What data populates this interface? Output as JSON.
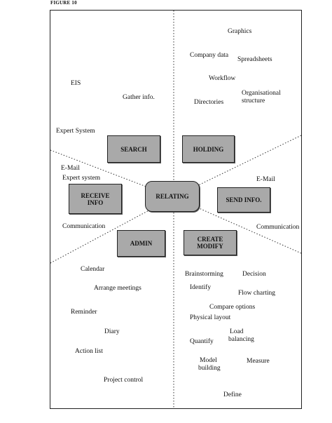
{
  "figure_label": "FIGURE 10",
  "center": "RELATING",
  "boxes": {
    "search": "SEARCH",
    "holding": "HOLDING",
    "receive_l1": "RECEIVE",
    "receive_l2": "INFO",
    "send": "SEND INFO.",
    "admin": "ADMIN",
    "create_l1": "CREATE",
    "create_l2": "MODIFY"
  },
  "labels": {
    "graphics": "Graphics",
    "company_data": "Company data",
    "spreadsheets": "Spreadsheets",
    "workflow": "Workflow",
    "organisational_l1": "Organisational",
    "organisational_l2": "structure",
    "directories": "Directories",
    "eis": "EIS",
    "gather_info": "Gather info.",
    "expert_system_top": "Expert System",
    "email_left": "E-Mail",
    "expert_system_left": "Expert system",
    "email_right": "E-Mail",
    "communication_left": "Communication",
    "communication_right": "Communication",
    "calendar": "Calendar",
    "arrange_meetings": "Arrange meetings",
    "reminder": "Reminder",
    "diary": "Diary",
    "action_list": "Action list",
    "project_control": "Project control",
    "brainstorming": "Brainstorming",
    "decision": "Decision",
    "identify": "Identify",
    "flow_charting": "Flow charting",
    "compare_options": "Compare options",
    "physical_layout": "Physical layout",
    "load_l1": "Load",
    "load_l2": "balancing",
    "quantify": "Quantify",
    "model_l1": "Model",
    "model_l2": "building",
    "measure": "Measure",
    "define": "Define"
  }
}
